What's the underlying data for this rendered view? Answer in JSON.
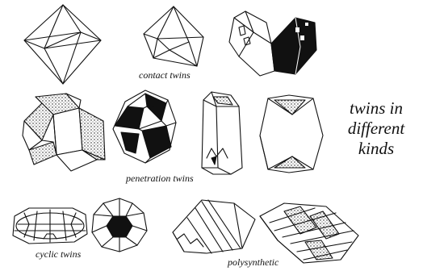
{
  "labels": {
    "contact": "contact twins",
    "penetration": "penetration twins",
    "cyclic": "cyclic twins",
    "polysynthetic": "polysynthetic",
    "heading_line1": "twins in",
    "heading_line2": "different",
    "heading_line3": "kinds"
  },
  "icons": [
    "octahedron-crystal-icon",
    "contact-twin-octahedron-icon",
    "contact-twin-prism-pair-icon",
    "penetration-twin-cubes-icon",
    "penetration-twin-pyritohedron-icon",
    "penetration-twin-prism-icon",
    "penetration-twin-hexagonal-icon",
    "cyclic-twin-tabular-icon",
    "cyclic-twin-sixling-icon",
    "polysynthetic-prism-icon",
    "polysynthetic-rhomb-icon"
  ]
}
